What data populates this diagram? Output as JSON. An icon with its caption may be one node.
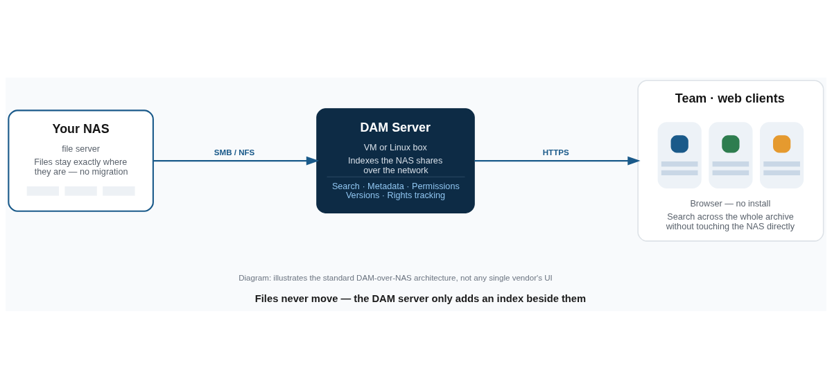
{
  "diagram": {
    "caption": "Files never move — the DAM server only adds an index beside them",
    "nodes": [
      {
        "text": [
          "Your NAS",
          "file server",
          "Files stay exactly where they are — no migration"
        ]
      },
      {
        "text": [
          "DAM Server",
          "VM or Linux box",
          "Indexes the NAS shares over the network",
          "Search · Metadata · Permissions Versions · Rights tracking"
        ]
      },
      {
        "text": [
          "Team · web clients",
          "Browser — no install",
          "Search across the whole archive without touching the NAS directly"
        ]
      }
    ],
    "edges": [
      {
        "from": 0,
        "to": 1,
        "arrow": "to",
        "label": "SMB / NFS"
      },
      {
        "from": 1,
        "to": 2,
        "arrow": "to",
        "label": "HTTPS"
      }
    ],
    "labels": [
      "Diagram: illustrates the standard DAM-over-NAS architecture, not any single vendor's UI"
    ]
  }
}
